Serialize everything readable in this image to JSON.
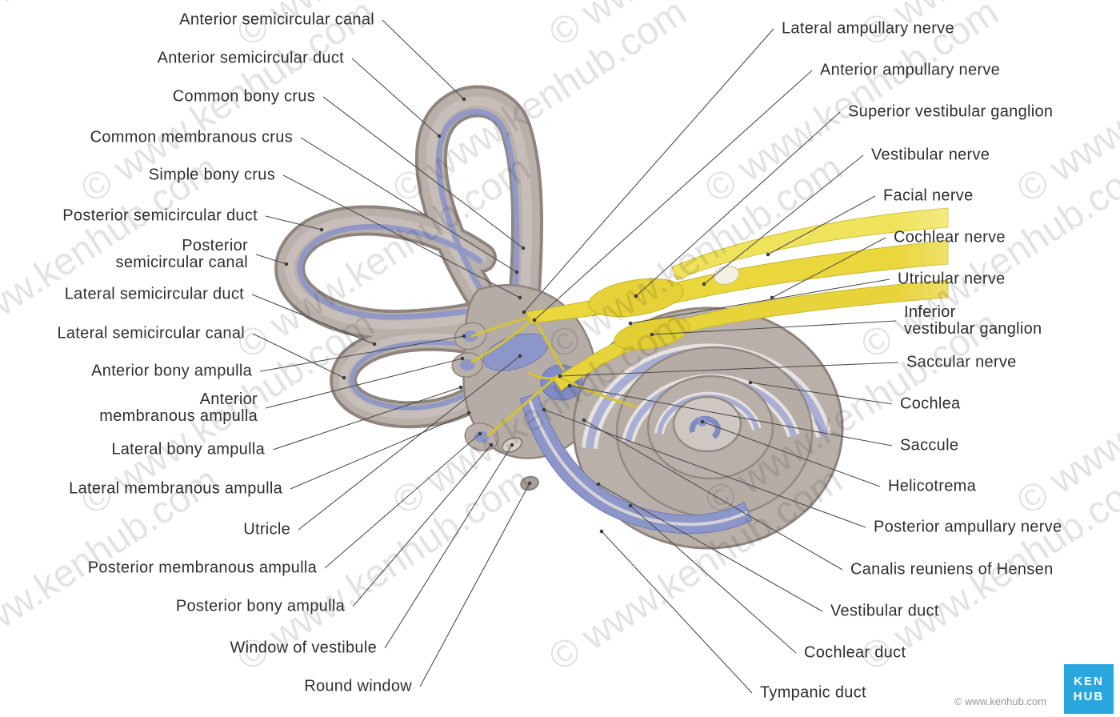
{
  "watermark": {
    "text": "© www.kenhub.com"
  },
  "footer": {
    "copyright": "© www.kenhub.com"
  },
  "logo": {
    "line1": "KEN",
    "line2": "HUB",
    "bg": "#2ba7e0",
    "fg": "#ffffff"
  },
  "colors": {
    "bony": "#b9b0aa",
    "bony_shadow": "#8f857e",
    "membranous": "#8d96c8",
    "membranous_dark": "#6f79b4",
    "nerve": "#ead73c",
    "nerve_dark": "#c9b62e",
    "leader_line": "#4d4d4d",
    "label_text": "#2f2f2f"
  },
  "labels": {
    "left": [
      {
        "text": "Anterior semicircular canal"
      },
      {
        "text": "Anterior semicircular duct"
      },
      {
        "text": "Common bony crus"
      },
      {
        "text": "Common membranous crus"
      },
      {
        "text": "Simple bony crus"
      },
      {
        "text": "Posterior semicircular duct"
      },
      {
        "text": "Posterior\nsemicircular canal"
      },
      {
        "text": "Lateral semicircular duct"
      },
      {
        "text": "Lateral semicircular canal"
      },
      {
        "text": "Anterior bony ampulla"
      },
      {
        "text": "Anterior\nmembranous ampulla"
      },
      {
        "text": "Lateral bony ampulla"
      },
      {
        "text": "Lateral membranous ampulla"
      },
      {
        "text": "Utricle"
      },
      {
        "text": "Posterior membranous ampulla"
      },
      {
        "text": "Posterior bony ampulla"
      },
      {
        "text": "Window of vestibule"
      },
      {
        "text": "Round window"
      }
    ],
    "right": [
      {
        "text": "Lateral ampullary nerve"
      },
      {
        "text": "Anterior ampullary nerve"
      },
      {
        "text": "Superior vestibular ganglion"
      },
      {
        "text": "Vestibular nerve"
      },
      {
        "text": "Facial nerve"
      },
      {
        "text": "Cochlear nerve"
      },
      {
        "text": "Utricular nerve"
      },
      {
        "text": "Inferior\nvestibular ganglion"
      },
      {
        "text": "Saccular nerve"
      },
      {
        "text": "Cochlea"
      },
      {
        "text": "Saccule"
      },
      {
        "text": "Helicotrema"
      },
      {
        "text": "Posterior ampullary nerve"
      },
      {
        "text": "Canalis reuniens of Hensen"
      },
      {
        "text": "Vestibular duct"
      },
      {
        "text": "Cochlear duct"
      },
      {
        "text": "Tympanic duct"
      }
    ]
  }
}
